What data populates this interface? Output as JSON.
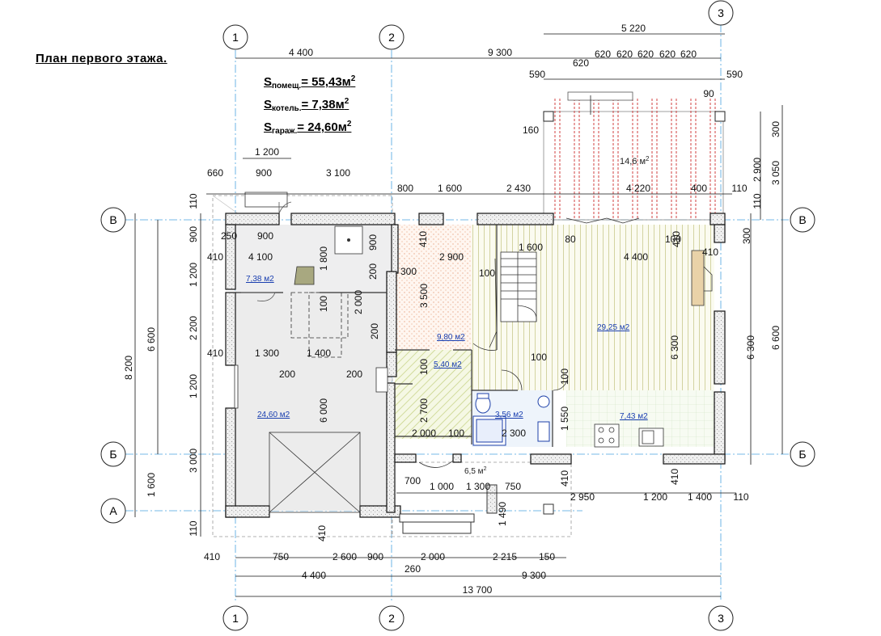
{
  "title": "План первого этажа.",
  "areas": [
    {
      "label": "S",
      "sub": "помещ.",
      "value": "= 55,43м",
      "sup": "2"
    },
    {
      "label": "S",
      "sub": "котель.",
      "value": "= 7,38м",
      "sup": "2"
    },
    {
      "label": "S",
      "sub": "гараж.",
      "value": "= 24,60м",
      "sup": "2"
    }
  ],
  "axes": {
    "v": [
      "1",
      "2",
      "3"
    ],
    "h": [
      "В",
      "Б",
      "А"
    ]
  },
  "rooms": {
    "boiler": "7,38 м2",
    "garage": "24,60 м2",
    "hall": "9,80 м2",
    "vestibule": "5,40 м2",
    "bath": "3,56 м2",
    "living": "29,25 м2",
    "kitchen": "7,43 м2",
    "porch": "6,5 м",
    "porch_sup": "2",
    "terrace": "14,6 м",
    "terrace_sup": "2"
  },
  "dims": {
    "top_overall": [
      "4 400",
      "9 300"
    ],
    "terrace_total": "5 220",
    "terrace_spacing": [
      "620",
      "620",
      "620",
      "620",
      "620",
      "620"
    ],
    "terrace_edge": [
      "590",
      "590"
    ],
    "post_90": "90",
    "post_160": "160",
    "chain_top": [
      "660",
      "900",
      "3 100",
      "800",
      "1 600",
      "2 430",
      "4 220",
      "400",
      "110"
    ],
    "above_garage": "1 200",
    "right_chain": [
      "300",
      "2 900",
      "3 050",
      "110",
      "300"
    ],
    "right_big": [
      "6 300",
      "6 600"
    ],
    "left_chain": [
      "110",
      "900",
      "1 200",
      "2 200",
      "1 200",
      "3 000",
      "110"
    ],
    "left_big": [
      "8 200",
      "6 600",
      "1 600"
    ],
    "bottom_chain": [
      "410",
      "750",
      "2 600",
      "900",
      "2 000",
      "2 215",
      "150"
    ],
    "bottom_260": "260",
    "bottom_overall": [
      "4 400",
      "9 300"
    ],
    "bottom_total": "13 700",
    "porch_chain": [
      "700",
      "1 000",
      "1 300",
      "750"
    ],
    "porch_right": [
      "2 950",
      "1 200",
      "1 400",
      "110"
    ],
    "porch_depth": "1 490",
    "interior": [
      "250",
      "900",
      "410",
      "4 100",
      "1 800",
      "900",
      "200",
      "410",
      "1 300",
      "1 400",
      "200",
      "200",
      "2 000",
      "100",
      "200",
      "6 000",
      "300",
      "2 900",
      "1 600",
      "100",
      "3 500",
      "410",
      "4 400",
      "410",
      "100",
      "80",
      "100",
      "100",
      "100",
      "2 700",
      "2 000",
      "100",
      "2 300",
      "1 550",
      "6 300",
      "410",
      "410",
      "410",
      "410"
    ]
  }
}
